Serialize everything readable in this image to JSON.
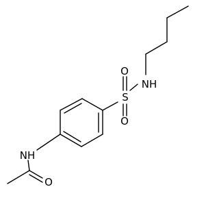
{
  "molecule": {
    "atoms": {
      "amide_nitrogen": "NH",
      "sulfonamide_nitrogen": "NH",
      "sulfur": "S",
      "sulfonyl_oxygen_upper": "O",
      "sulfonyl_oxygen_lower": "O",
      "carbonyl_oxygen": "O"
    }
  }
}
